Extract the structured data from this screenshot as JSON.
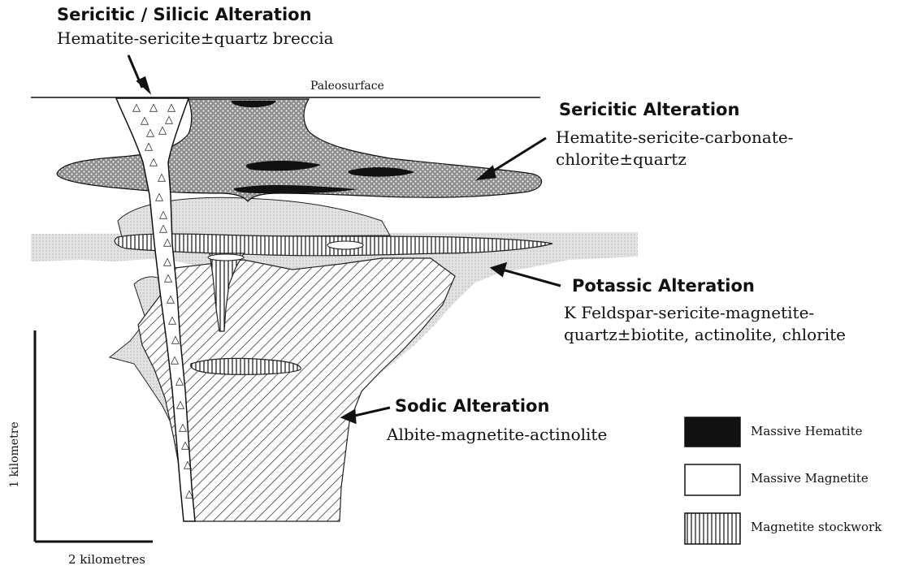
{
  "labels": {
    "sericitic_silicic": {
      "title": "Sericitic / Silicic Alteration",
      "desc": "Hematite-sericite±quartz breccia"
    },
    "paleosurface": "Paleosurface",
    "sericitic": {
      "title": "Sericitic Alteration",
      "desc": "Hematite-sericite-carbonate-\nchlorite±quartz"
    },
    "potassic": {
      "title": "Potassic Alteration",
      "desc": "K Feldspar-sericite-magnetite-\nquartz±biotite, actinolite, chlorite"
    },
    "sodic": {
      "title": "Sodic Alteration",
      "desc": "Albite-magnetite-actinolite"
    }
  },
  "scale": {
    "vertical": "1 kilometre",
    "horizontal": "2 kilometres"
  },
  "legend": [
    {
      "label": "Massive Hematite",
      "fill": "black"
    },
    {
      "label": "Massive Magnetite",
      "fill": "white"
    },
    {
      "label": "Magnetite stockwork",
      "fill": "vertical-hatch"
    }
  ],
  "colors": {
    "ink": "#111111",
    "potassic_fill": "#d9d9d9",
    "sericitic_fill": "#9a9a9a",
    "hematite": "#111111"
  }
}
